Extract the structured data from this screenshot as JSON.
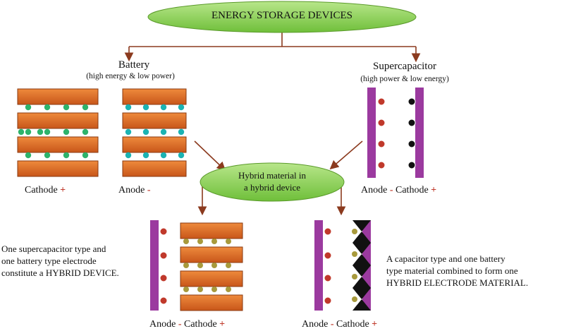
{
  "title": "ENERGY STORAGE DEVICES",
  "hybrid_bubble": {
    "line1": "Hybrid material in",
    "line2": "a hybrid device"
  },
  "battery": {
    "name": "Battery",
    "subtitle": "(high energy & low power)",
    "cathode_label": "Cathode",
    "anode_label": "Anode"
  },
  "supercapacitor": {
    "name": "Supercapacitor",
    "subtitle": "(high power & low energy)",
    "anode_label": "Anode",
    "cathode_label": "Cathode"
  },
  "hybrid_device": {
    "anode_label": "Anode",
    "cathode_label": "Cathode",
    "description": [
      "One supercapacitor type and",
      "one battery type electrode",
      "constitute a HYBRID DEVICE."
    ]
  },
  "hybrid_electrode": {
    "anode_label": "Anode",
    "cathode_label": "Cathode",
    "description": [
      "A capacitor type and one battery",
      "type material combined to form one",
      "HYBRID ELECTRODE MATERIAL."
    ]
  },
  "signs": {
    "plus": "+",
    "minus": "-"
  },
  "colors": {
    "ellipse": "#8fd14f",
    "plate": "#e06a1a",
    "supercap_bar": "#9b3a9f",
    "green_ion": "#2db36b",
    "teal_ion": "#1bb3b3",
    "red_ion": "#c0392b",
    "black_ion": "#111111",
    "olive_ion": "#a89a3c",
    "arrow": "#8b3a1e"
  }
}
